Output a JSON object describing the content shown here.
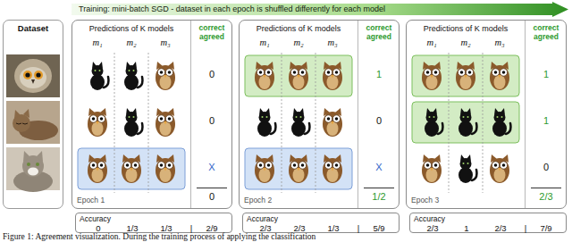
{
  "diagram": {
    "caption": "Figure 1: Agreement visualization. During the training process of applying the classification",
    "nodes": [
      {
        "text": [
          "Training: mini-batch SGD - dataset in each epoch is shuffled differently for each model"
        ]
      },
      {
        "text": [
          "Dataset"
        ]
      },
      {
        "text": [
          "Epoch 1"
        ]
      },
      {
        "text": [
          "Predictions of K models",
          "m₁",
          "m₂",
          "m₃"
        ],
        "in": 2
      },
      {
        "text": [
          "correct agreed",
          "0",
          "0",
          "X",
          "0"
        ],
        "in": 2
      },
      {
        "text": [
          "Accuracy",
          "0",
          "1/3",
          "1/3",
          "|",
          "2/9"
        ]
      },
      {
        "text": [
          "Epoch 2"
        ]
      },
      {
        "text": [
          "Predictions of K models",
          "m₁",
          "m₂",
          "m₃"
        ],
        "in": 6
      },
      {
        "text": [
          "correct agreed",
          "1",
          "0",
          "X",
          "1/2"
        ],
        "in": 6
      },
      {
        "text": [
          "Accuracy",
          "2/3",
          "2/3",
          "1/3",
          "|",
          "5/9"
        ]
      },
      {
        "text": [
          "Epoch 3"
        ]
      },
      {
        "text": [
          "Predictions of K models",
          "m₁",
          "m₂",
          "m₃"
        ],
        "in": 10
      },
      {
        "text": [
          "correct agreed",
          "1",
          "1",
          "0",
          "2/3"
        ],
        "in": 10
      },
      {
        "text": [
          "Accuracy",
          "2/3",
          "1",
          "2/3",
          "|",
          "7/9"
        ]
      }
    ]
  }
}
